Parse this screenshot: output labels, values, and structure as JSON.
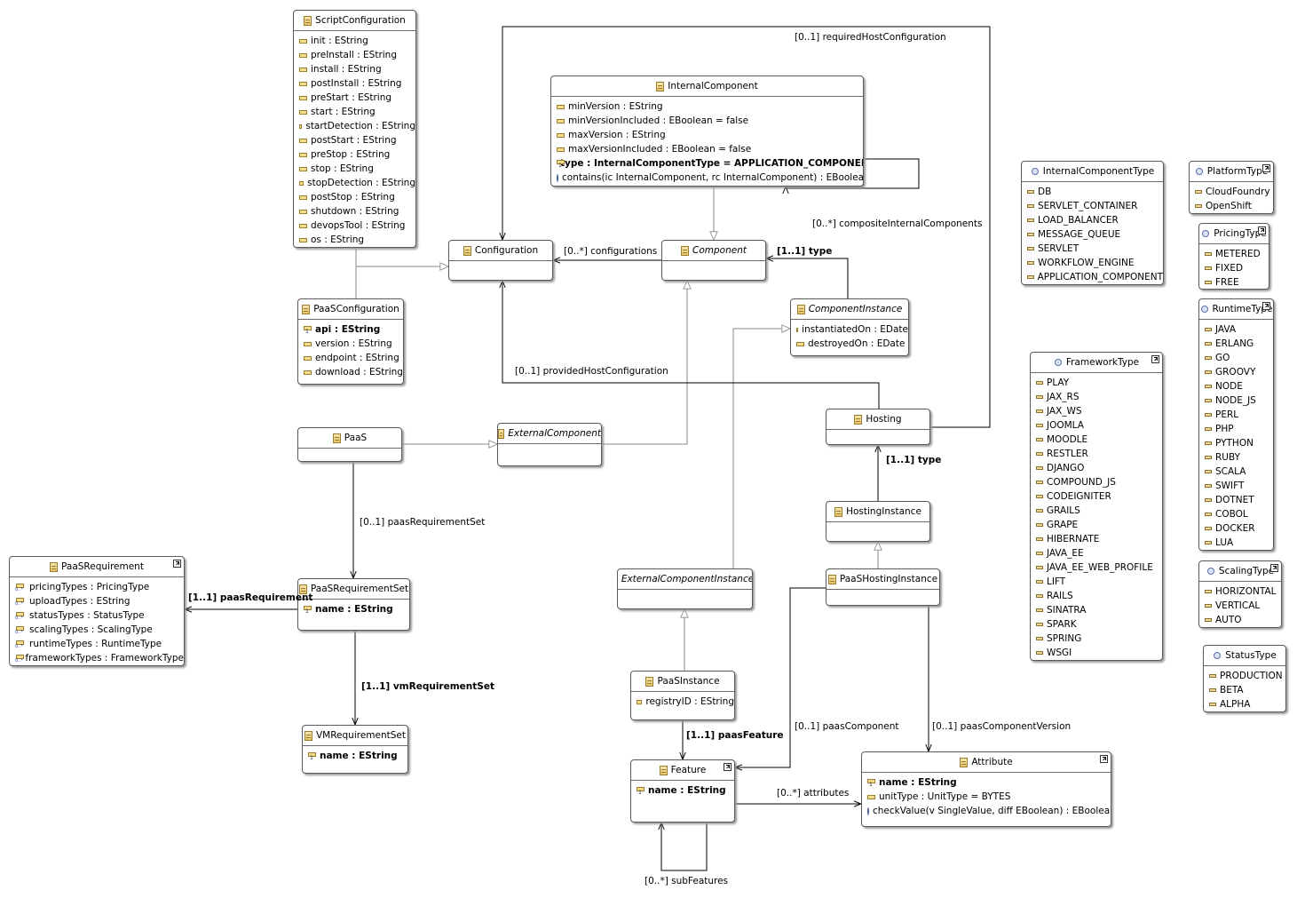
{
  "classes": {
    "script_configuration": {
      "name": "ScriptConfiguration",
      "attrs": [
        "init : EString",
        "preInstall : EString",
        "install : EString",
        "postInstall : EString",
        "preStart : EString",
        "start : EString",
        "startDetection : EString",
        "postStart : EString",
        "preStop : EString",
        "stop : EString",
        "stopDetection : EString",
        "postStop : EString",
        "shutdown : EString",
        "devopsTool : EString",
        "os : EString"
      ]
    },
    "paas_configuration": {
      "name": "PaaSConfiguration",
      "key_attr": "api : EString",
      "attrs": [
        "version : EString",
        "endpoint : EString",
        "download : EString"
      ]
    },
    "configuration": {
      "name": "Configuration"
    },
    "internal_component": {
      "name": "InternalComponent",
      "attrs": [
        "minVersion : EString",
        "minVersionIncluded : EBoolean = false",
        "maxVersion : EString",
        "maxVersionIncluded : EBoolean = false"
      ],
      "key_attr": "type : InternalComponentType = APPLICATION_COMPONENT",
      "operation": "contains(ic InternalComponent, rc InternalComponent) : EBoolean"
    },
    "component": {
      "name": "Component"
    },
    "component_instance": {
      "name": "ComponentInstance",
      "attrs": [
        "instantiatedOn : EDate",
        "destroyedOn : EDate"
      ]
    },
    "paas": {
      "name": "PaaS"
    },
    "external_component": {
      "name": "ExternalComponent"
    },
    "hosting": {
      "name": "Hosting"
    },
    "hosting_instance": {
      "name": "HostingInstance"
    },
    "paas_hosting_instance": {
      "name": "PaaSHostingInstance"
    },
    "external_component_instance": {
      "name": "ExternalComponentInstance"
    },
    "paas_instance": {
      "name": "PaaSInstance",
      "attrs": [
        "registryID : EString"
      ]
    },
    "feature": {
      "name": "Feature",
      "key_attr": "name : EString"
    },
    "attribute": {
      "name": "Attribute",
      "key_attr": "name : EString",
      "attrs": [
        "unitType : UnitType = BYTES"
      ],
      "operation": "checkValue(v SingleValue, diff EBoolean) : EBoolean"
    },
    "paas_requirement": {
      "name": "PaaSRequirement",
      "attrs": [
        "pricingTypes : PricingType",
        "uploadTypes : EString",
        "statusTypes : StatusType",
        "scalingTypes : ScalingType",
        "runtimeTypes : RuntimeType",
        "frameworkTypes : FrameworkType"
      ]
    },
    "paas_requirement_set": {
      "name": "PaaSRequirementSet",
      "key_attr": "name : EString"
    },
    "vm_requirement_set": {
      "name": "VMRequirementSet",
      "key_attr": "name : EString"
    }
  },
  "enums": {
    "internal_component_type": {
      "name": "InternalComponentType",
      "literals": [
        "DB",
        "SERVLET_CONTAINER",
        "LOAD_BALANCER",
        "MESSAGE_QUEUE",
        "SERVLET",
        "WORKFLOW_ENGINE",
        "APPLICATION_COMPONENT"
      ]
    },
    "platform_type": {
      "name": "PlatformType",
      "literals": [
        "CloudFoundry",
        "OpenShift"
      ]
    },
    "pricing_type": {
      "name": "PricingType",
      "literals": [
        "METERED",
        "FIXED",
        "FREE"
      ]
    },
    "runtime_type": {
      "name": "RuntimeType",
      "literals": [
        "JAVA",
        "ERLANG",
        "GO",
        "GROOVY",
        "NODE",
        "NODE_JS",
        "PERL",
        "PHP",
        "PYTHON",
        "RUBY",
        "SCALA",
        "SWIFT",
        "DOTNET",
        "COBOL",
        "DOCKER",
        "LUA"
      ]
    },
    "framework_type": {
      "name": "FrameworkType",
      "literals": [
        "PLAY",
        "JAX_RS",
        "JAX_WS",
        "JOOMLA",
        "MOODLE",
        "RESTLER",
        "DJANGO",
        "COMPOUND_JS",
        "CODEIGNITER",
        "GRAILS",
        "GRAPE",
        "HIBERNATE",
        "JAVA_EE",
        "JAVA_EE_WEB_PROFILE",
        "LIFT",
        "RAILS",
        "SINATRA",
        "SPARK",
        "SPRING",
        "WSGI"
      ]
    },
    "scaling_type": {
      "name": "ScalingType",
      "literals": [
        "HORIZONTAL",
        "VERTICAL",
        "AUTO"
      ]
    },
    "status_type": {
      "name": "StatusType",
      "literals": [
        "PRODUCTION",
        "BETA",
        "ALPHA"
      ]
    }
  },
  "references": {
    "required_host_configuration": "[0..1] requiredHostConfiguration",
    "composite_internal_components": "[0..*] compositeInternalComponents",
    "configurations": "[0..*] configurations",
    "component_type": "[1..1] type",
    "provided_host_configuration": "[0..1] providedHostConfiguration",
    "hosting_type": "[1..1] type",
    "paas_requirement_set": "[0..1] paasRequirementSet",
    "paas_requirement": "[1..1] paasRequirement",
    "vm_requirement_set": "[1..1] vmRequirementSet",
    "paas_feature": "[1..1] paasFeature",
    "paas_component": "[0..1] paasComponent",
    "paas_component_version": "[0..1] paasComponentVersion",
    "attributes": "[0..*] attributes",
    "sub_features": "[0..*] subFeatures"
  }
}
